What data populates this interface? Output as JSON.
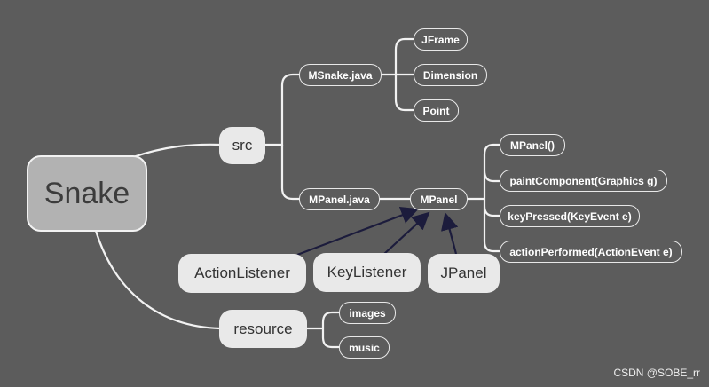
{
  "root": {
    "label": "Snake"
  },
  "src": {
    "label": "src",
    "msnake": {
      "label": "MSnake.java",
      "children": [
        "JFrame",
        "Dimension",
        "Point"
      ]
    },
    "mpanel_java": {
      "label": "MPanel.java",
      "mpanel": {
        "label": "MPanel",
        "methods": [
          "MPanel()",
          "paintComponent(Graphics g)",
          "keyPressed(KeyEvent e)",
          "actionPerformed(ActionEvent e)"
        ]
      }
    }
  },
  "interfaces": [
    "ActionListener",
    "KeyListener",
    "JPanel"
  ],
  "resource": {
    "label": "resource",
    "children": [
      "images",
      "music"
    ]
  },
  "watermark": "CSDN @SOBE_rr",
  "colors": {
    "background": "#5c5c5c",
    "root_fill": "#b2b2b2",
    "topic_fill": "#e9e9e9",
    "connector": "#f2f2f2",
    "arrow": "#1c1c3c"
  }
}
